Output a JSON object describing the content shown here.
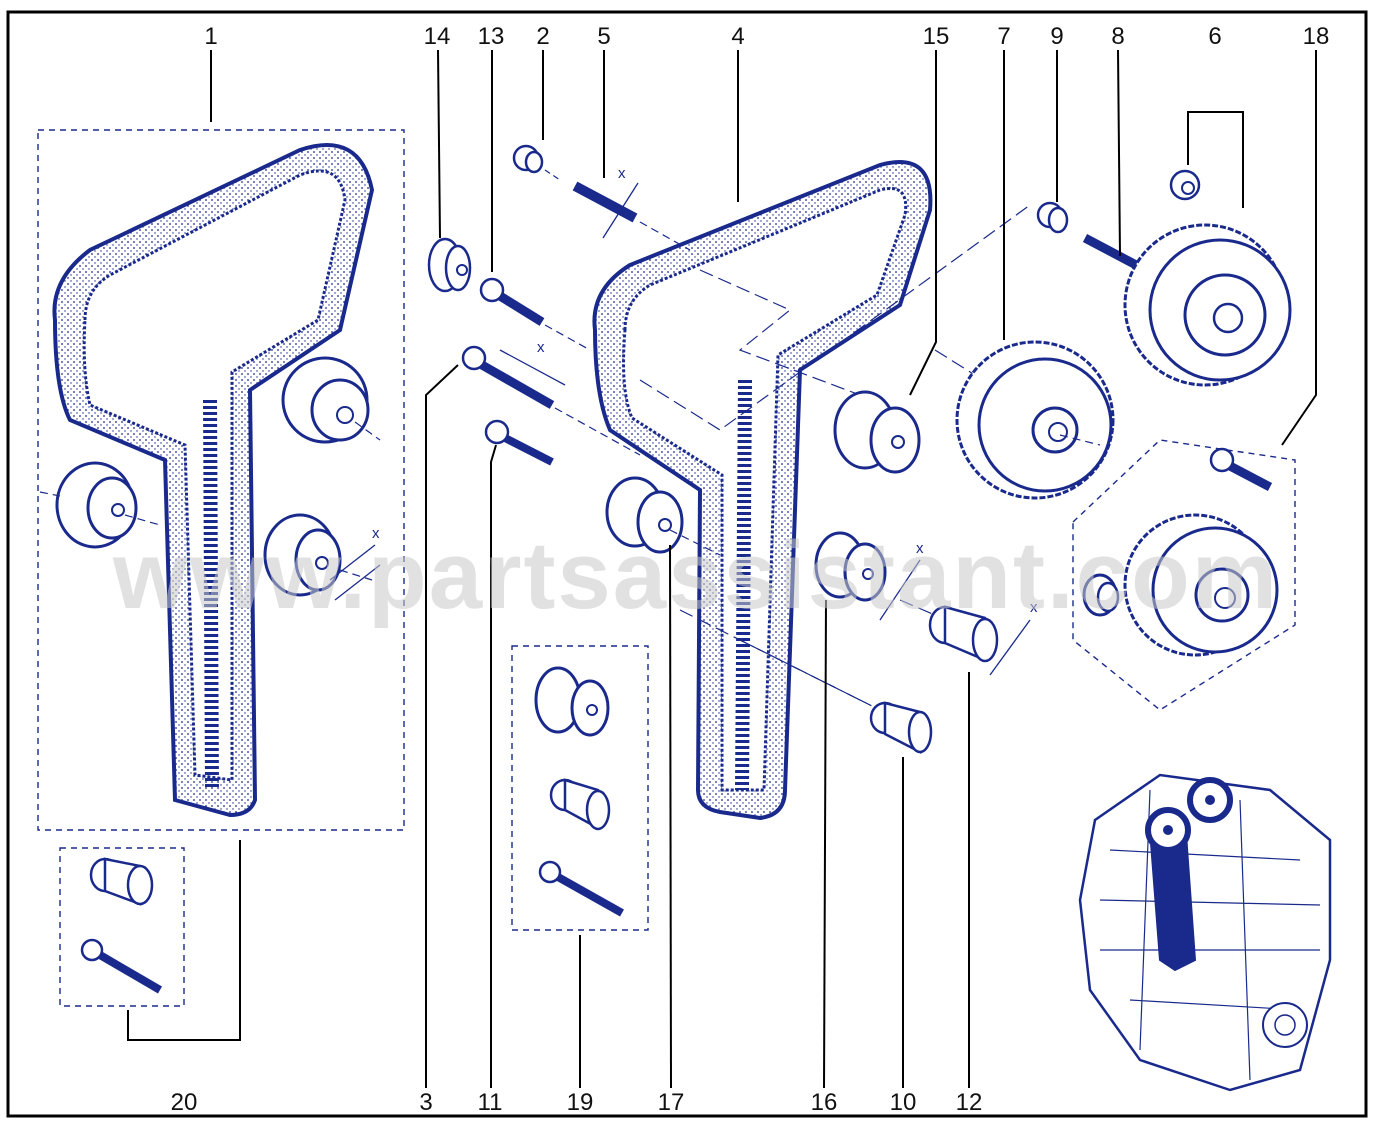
{
  "diagram": {
    "watermark": "www.partsassistant.com",
    "dimension_label": "x",
    "callouts": {
      "c1": "1",
      "c2": "2",
      "c3": "3",
      "c4": "4",
      "c5": "5",
      "c6": "6",
      "c7": "7",
      "c8": "8",
      "c9": "9",
      "c10": "10",
      "c11": "11",
      "c12": "12",
      "c13": "13",
      "c14": "14",
      "c15": "15",
      "c16": "16",
      "c17": "17",
      "c18": "18",
      "c19": "19",
      "c20": "20"
    }
  },
  "colors": {
    "line": "#1a2a8c",
    "fill": "#ffffff",
    "frame": "#000000",
    "text": "#111111",
    "watermark": "#c9c9c9"
  }
}
